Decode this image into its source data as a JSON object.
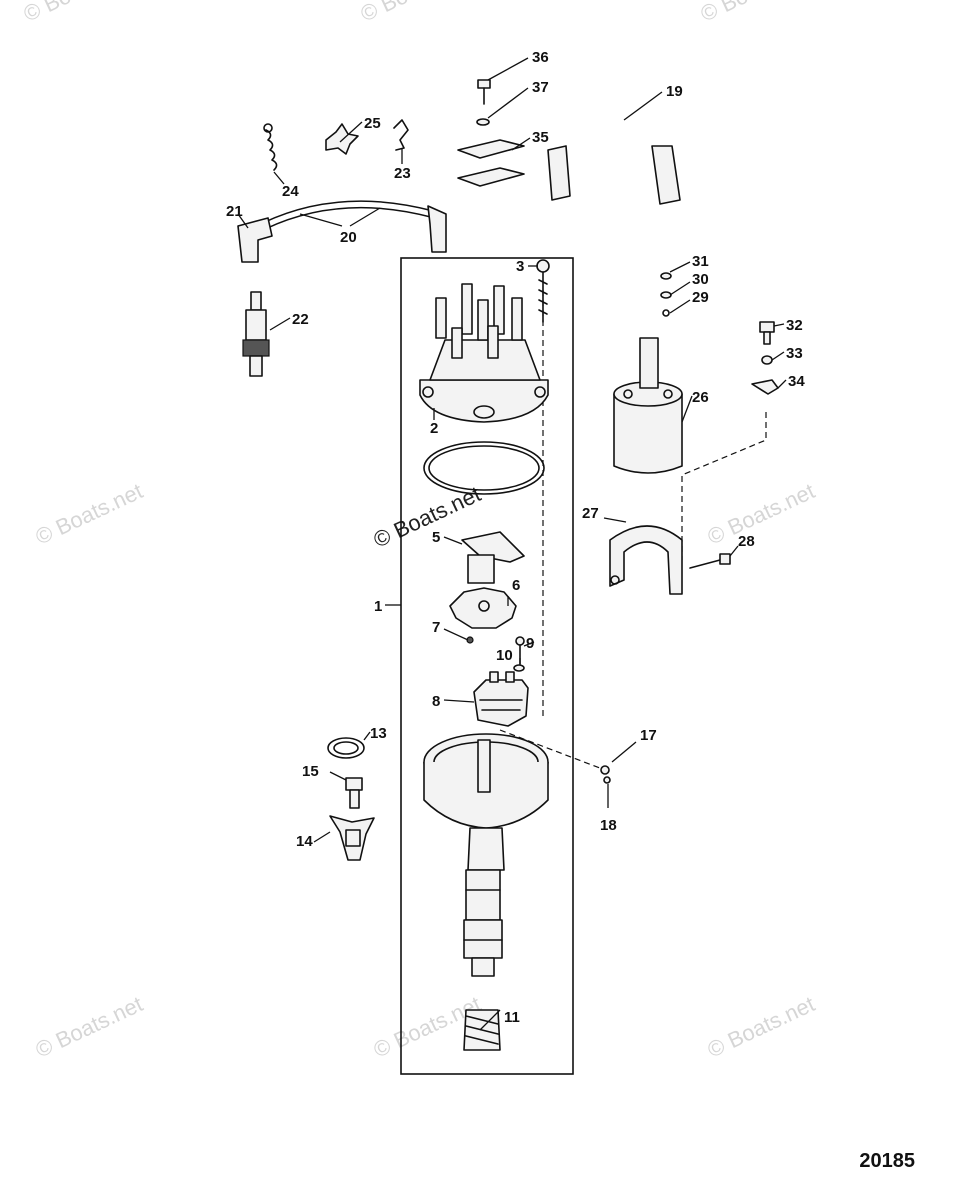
{
  "watermark": {
    "text": "© Boats.net"
  },
  "diagram_number": "20185",
  "callouts": [
    "1",
    "2",
    "3",
    "5",
    "6",
    "7",
    "8",
    "9",
    "10",
    "11",
    "13",
    "14",
    "15",
    "17",
    "18",
    "19",
    "20",
    "21",
    "22",
    "23",
    "24",
    "25",
    "26",
    "27",
    "28",
    "29",
    "30",
    "31",
    "32",
    "33",
    "34",
    "35",
    "36",
    "37"
  ]
}
